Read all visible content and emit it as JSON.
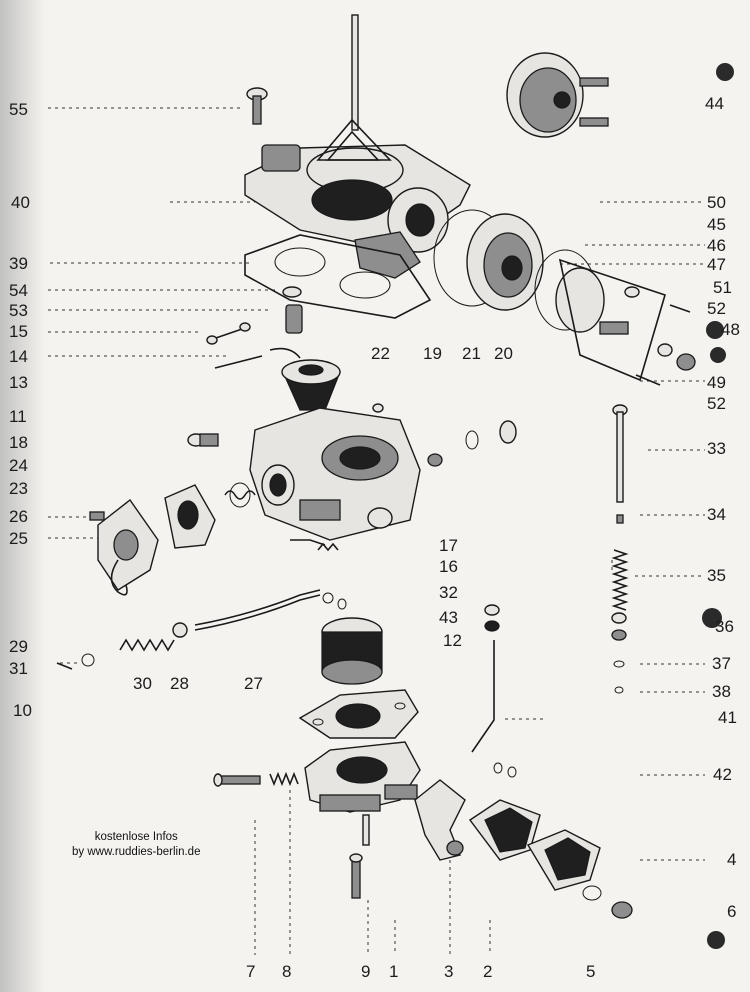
{
  "credit": {
    "line1": "kostenlose Infos",
    "line2": "by www.ruddies-berlin.de"
  },
  "labels": [
    {
      "id": "55",
      "text": "55"
    },
    {
      "id": "40",
      "text": "40"
    },
    {
      "id": "39",
      "text": "39"
    },
    {
      "id": "54",
      "text": "54"
    },
    {
      "id": "53",
      "text": "53"
    },
    {
      "id": "15",
      "text": "15"
    },
    {
      "id": "14",
      "text": "14"
    },
    {
      "id": "13",
      "text": "13"
    },
    {
      "id": "11",
      "text": "11"
    },
    {
      "id": "18",
      "text": "18"
    },
    {
      "id": "24",
      "text": "24"
    },
    {
      "id": "23",
      "text": "23"
    },
    {
      "id": "26",
      "text": "26"
    },
    {
      "id": "25",
      "text": "25"
    },
    {
      "id": "29",
      "text": "29"
    },
    {
      "id": "31",
      "text": "31"
    },
    {
      "id": "10",
      "text": "10"
    },
    {
      "id": "44",
      "text": "44"
    },
    {
      "id": "50",
      "text": "50"
    },
    {
      "id": "45",
      "text": "45"
    },
    {
      "id": "46",
      "text": "46"
    },
    {
      "id": "47",
      "text": "47"
    },
    {
      "id": "51",
      "text": "51"
    },
    {
      "id": "52a",
      "text": "52"
    },
    {
      "id": "48",
      "text": "48"
    },
    {
      "id": "49",
      "text": "49"
    },
    {
      "id": "52b",
      "text": "52"
    },
    {
      "id": "33",
      "text": "33"
    },
    {
      "id": "34",
      "text": "34"
    },
    {
      "id": "35",
      "text": "35"
    },
    {
      "id": "36",
      "text": "36"
    },
    {
      "id": "37",
      "text": "37"
    },
    {
      "id": "38",
      "text": "38"
    },
    {
      "id": "41",
      "text": "41"
    },
    {
      "id": "42",
      "text": "42"
    },
    {
      "id": "4",
      "text": "4"
    },
    {
      "id": "6",
      "text": "6"
    },
    {
      "id": "22",
      "text": "22"
    },
    {
      "id": "19",
      "text": "19"
    },
    {
      "id": "21",
      "text": "21"
    },
    {
      "id": "20",
      "text": "20"
    },
    {
      "id": "17",
      "text": "17"
    },
    {
      "id": "16",
      "text": "16"
    },
    {
      "id": "32",
      "text": "32"
    },
    {
      "id": "43",
      "text": "43"
    },
    {
      "id": "12",
      "text": "12"
    },
    {
      "id": "30",
      "text": "30"
    },
    {
      "id": "28",
      "text": "28"
    },
    {
      "id": "27",
      "text": "27"
    },
    {
      "id": "7",
      "text": "7"
    },
    {
      "id": "8",
      "text": "8"
    },
    {
      "id": "9",
      "text": "9"
    },
    {
      "id": "1",
      "text": "1"
    },
    {
      "id": "3",
      "text": "3"
    },
    {
      "id": "2",
      "text": "2"
    },
    {
      "id": "5",
      "text": "5"
    }
  ]
}
